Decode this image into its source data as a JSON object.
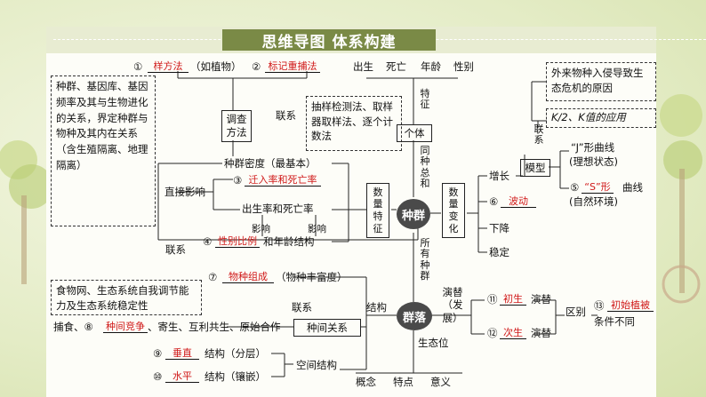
{
  "title": "思维导图  体系构建",
  "center": {
    "population": "种群",
    "community": "群落",
    "individual": "个体"
  },
  "left_top": {
    "answer1": "样方法",
    "answer1_pre": "①",
    "answer1_post": "（如植物）",
    "answer2": "标记重捕法",
    "answer2_pre": "②",
    "dashed_note": "种群、基因库、基因频率及其与生物进化的关系，界定种群与物种及其内在关系（含生殖隔离、地理隔离）",
    "investigate": "调查方法",
    "link_label": "联系",
    "sampling_note": "抽样检测法、取样器取样法、逐个计数法"
  },
  "pop_features": {
    "density": "种群密度（最基本）",
    "direct_effect": "直接影响",
    "answer3_pre": "③",
    "answer3": "迁入率和死亡率",
    "birth_death": "出生率和死亡率",
    "influence1": "影响",
    "influence2": "影响",
    "answer4_pre": "④",
    "answer4": "性别比例",
    "age_structure": "和年龄结构",
    "lower_link": "联系",
    "quantity_features": "数量特征"
  },
  "individual_top": [
    "出生",
    "死亡",
    "年龄",
    "性别"
  ],
  "vertical_labels": {
    "feature": "特征",
    "sum": "同种总和",
    "all": "所有种群"
  },
  "quantity_change": {
    "box": "数量变化",
    "items": [
      "增长",
      "下降",
      "稳定"
    ],
    "answer6_pre": "⑥",
    "answer6": "波动"
  },
  "model": {
    "box": "模型",
    "link": "联系",
    "invasion_note": "外来物种入侵导致生态危机的原因",
    "k_value": "K/2、K值的应用",
    "j_curve": "“J”形曲线",
    "j_state": "(理想状态)",
    "answer5_pre": "⑤",
    "answer5": "“S”形",
    "s_post": "曲线",
    "s_state": "(自然环境)"
  },
  "community_left": {
    "answer7_pre": "⑦",
    "answer7": "物种组成",
    "answer7_post": "（物种丰富度）",
    "food_web_note": "食物网、生态系统自我调节能力及生态系统稳定性",
    "link": "联系",
    "structure": "结构",
    "answer8_pre": "捕食、⑧",
    "answer8": "种间竞争",
    "relations_post": "、寄生、互利共生、原始合作",
    "interspecies": "种间关系",
    "spatial": "空间结构",
    "answer9_pre": "⑨",
    "answer9": "垂直",
    "answer9_post": "结构（分层）",
    "answer10_pre": "⑩",
    "answer10": "水平",
    "answer10_post": "结构（镶嵌）"
  },
  "community_right": {
    "succession": "演替（发展）",
    "answer11_pre": "⑪",
    "answer11": "初生",
    "answer12_pre": "⑫",
    "answer12": "次生",
    "succ1": "演替",
    "succ2": "演替",
    "difference": "区别",
    "answer13_pre": "⑬",
    "answer13": "初始植被",
    "conditions": "条件不同",
    "niche": "生态位",
    "bottom": [
      "概念",
      "特点",
      "意义"
    ]
  },
  "colors": {
    "answer": "#d01818",
    "title_bg": "#7a8a46",
    "oval": "#4a4a4a",
    "bg": "#e4ecc6"
  }
}
